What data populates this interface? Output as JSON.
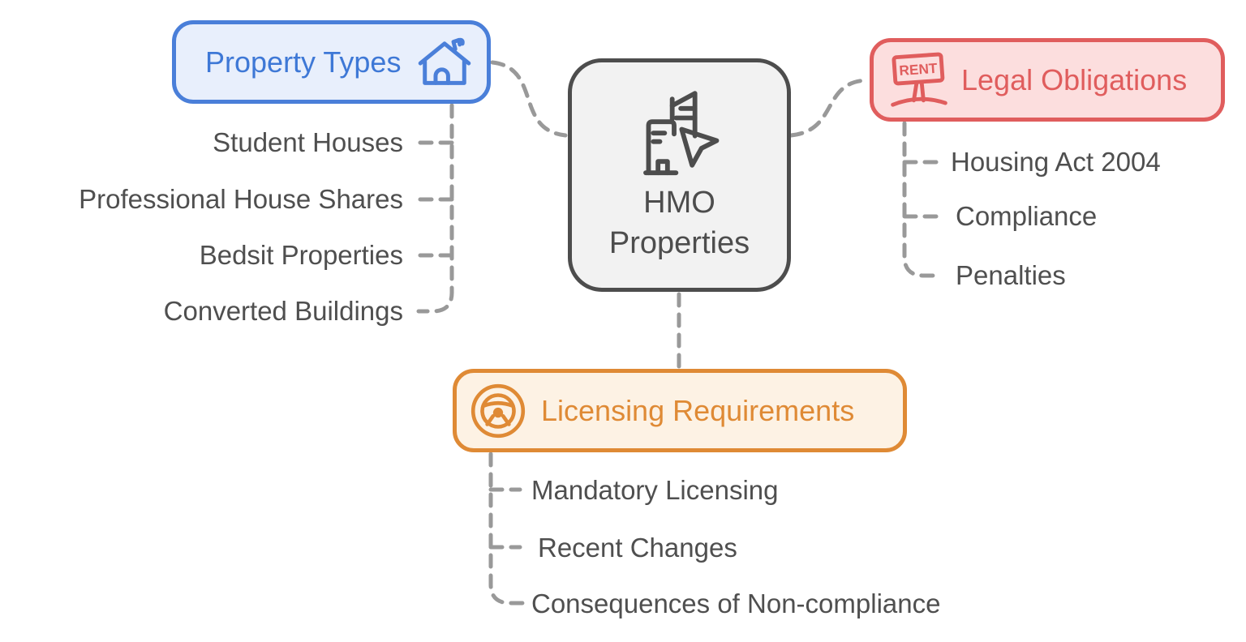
{
  "center": {
    "line1": "HMO",
    "line2": "Properties",
    "icon": "buildings-cursor-icon"
  },
  "branches": [
    {
      "id": "property-types",
      "label": "Property Types",
      "icon": "house-icon",
      "accent": "#4a7fd9",
      "fill": "#e8effc",
      "children": [
        "Student Houses",
        "Professional House Shares",
        "Bedsit Properties",
        "Converted Buildings"
      ]
    },
    {
      "id": "legal-obligations",
      "label": "Legal Obligations",
      "icon": "rent-sign-icon",
      "accent": "#e05d5d",
      "fill": "#fcdede",
      "children": [
        "Housing Act 2004",
        "Compliance",
        "Penalties"
      ]
    },
    {
      "id": "licensing-requirements",
      "label": "Licensing Requirements",
      "icon": "steering-wheel-icon",
      "accent": "#df8a35",
      "fill": "#fdf2e4",
      "children": [
        "Mandatory Licensing",
        "Recent Changes",
        "Consequences of Non-compliance"
      ]
    }
  ],
  "icons": {
    "rent_sign_text": "RENT"
  },
  "colors": {
    "center_border": "#4d4d4d",
    "center_fill": "#f2f2f2",
    "item_text": "#4f4f4f",
    "connector": "#999999"
  }
}
